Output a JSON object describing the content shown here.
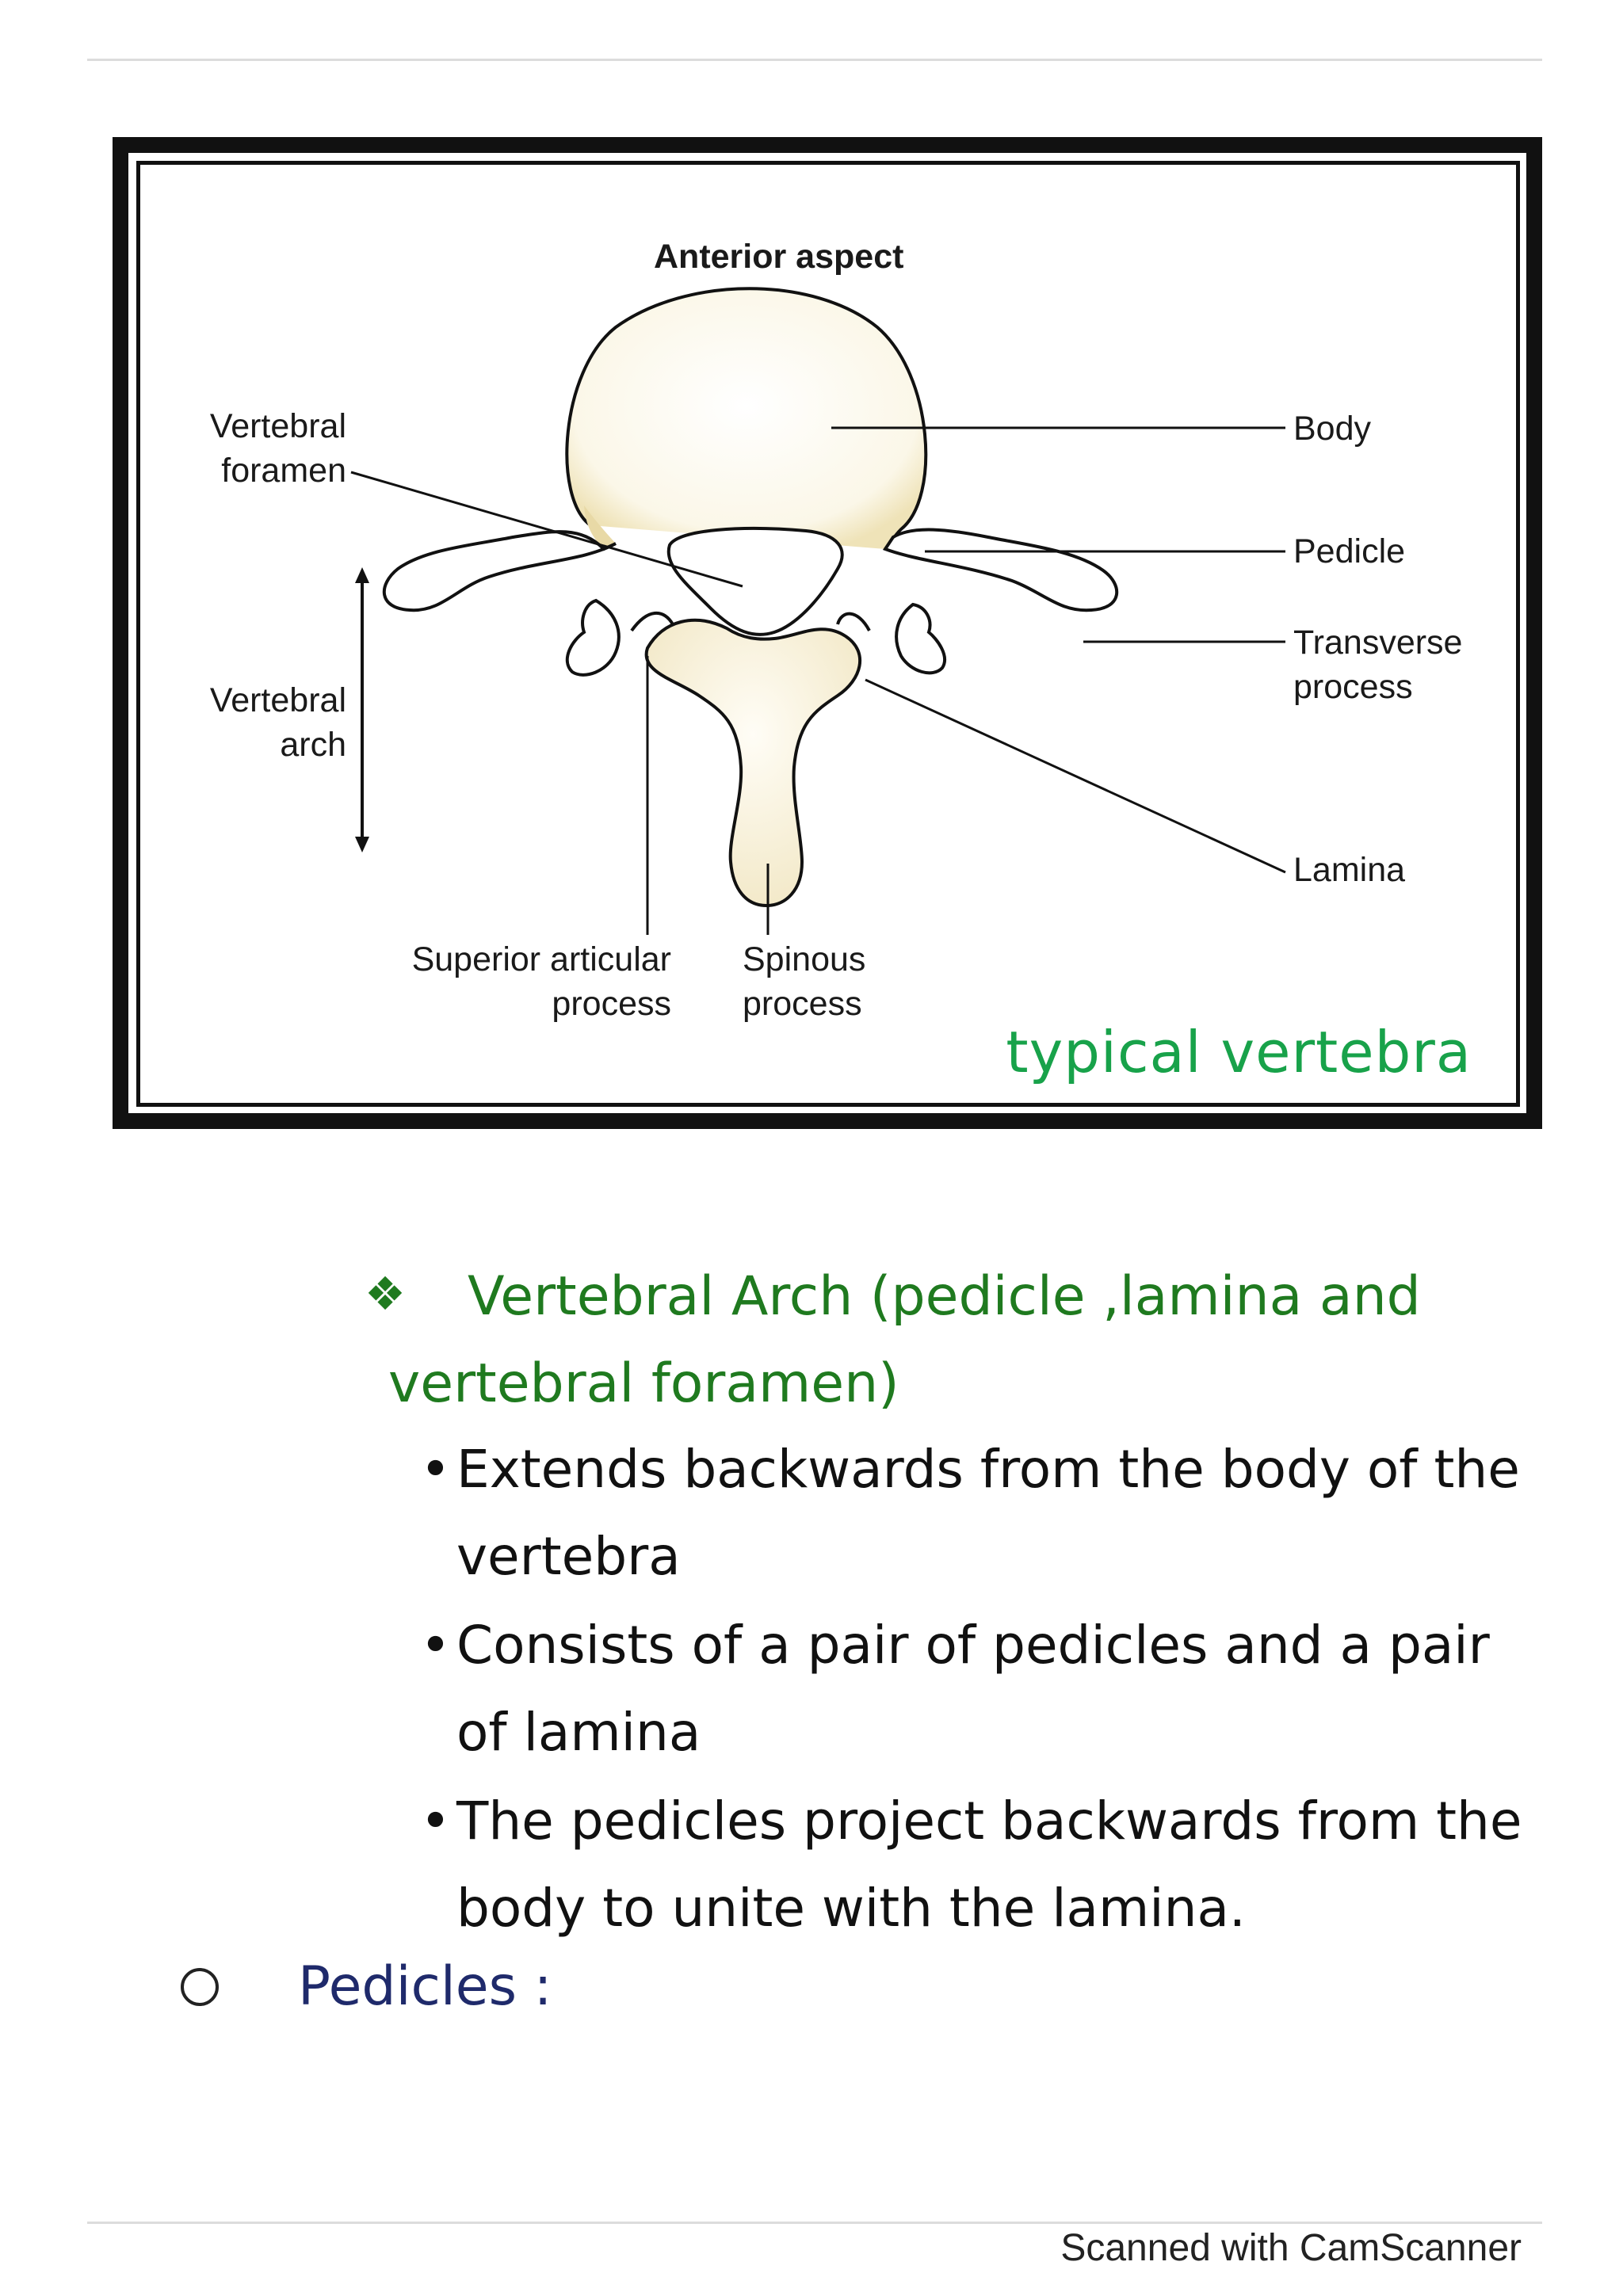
{
  "figure": {
    "top_label": "Anterior aspect",
    "labels": {
      "vertebral_foramen": "Vertebral\nforamen",
      "vertebral_arch": "Vertebral\narch",
      "body": "Body",
      "pedicle": "Pedicle",
      "transverse_process": "Transverse\nprocess",
      "lamina": "Lamina",
      "superior_articular_process": "Superior articular\nprocess",
      "spinous_process": "Spinous\nprocess"
    },
    "caption": "typical vertebra",
    "caption_color": "#18a24a"
  },
  "content": {
    "heading_line1": "Vertebral Arch (pedicle ,lamina and",
    "heading_line2": "vertebral foramen)",
    "heading_color": "#1f7a1f",
    "bullets": [
      "Extends backwards from the body of the vertebra",
      "Consists of a pair of pedicles and a pair of lamina",
      "The pedicles project backwards from the body to unite with the lamina."
    ],
    "subheading": "Pedicles :"
  },
  "footer": {
    "scanner_text": "Scanned with CamScanner"
  }
}
